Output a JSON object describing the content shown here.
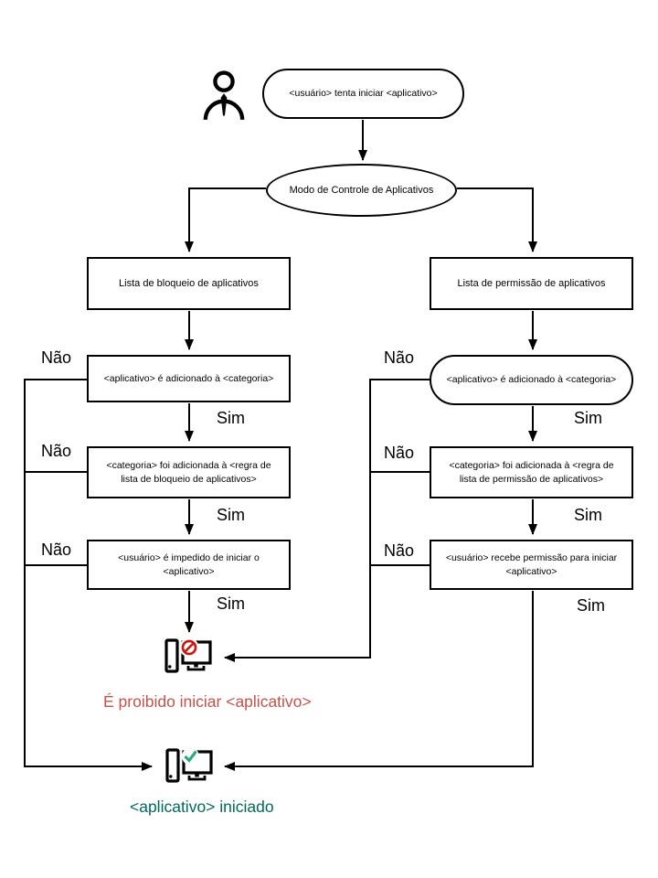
{
  "nodes": {
    "start": "<usuário> tenta iniciar <aplicativo>",
    "mode": "Modo de Controle de Aplicativos",
    "blocklist": "Lista de bloqueio de aplicativos",
    "allowlist": "Lista de permissão de aplicativos",
    "app_in_category_left": "<aplicativo> é adicionado à <categoria>",
    "app_in_category_right": "<aplicativo> é adicionado à <categoria>",
    "category_in_block_rule": "<categoria> foi adicionada à <regra de lista de bloqueio de aplicativos>",
    "category_in_allow_rule": "<categoria> foi adicionada à <regra de lista de permissão de aplicativos>",
    "user_blocked": "<usuário> é impedido de iniciar o <aplicativo>",
    "user_allowed": "<usuário> recebe permissão para iniciar <aplicativo>"
  },
  "labels": {
    "no": "Não",
    "yes": "Sim"
  },
  "outcomes": {
    "blocked": "É proibido iniciar <aplicativo>",
    "started": "<aplicativo> iniciado"
  },
  "icons": {
    "user": "person-icon",
    "blocked": "computer-blocked-icon",
    "started": "computer-started-icon"
  },
  "colors": {
    "line": "#000000",
    "blocked_text": "#C6524A",
    "blocked_sign": "#C81A15",
    "started_text": "#00695C",
    "check_mark": "#2EA880",
    "background": "#FFFFFF"
  }
}
